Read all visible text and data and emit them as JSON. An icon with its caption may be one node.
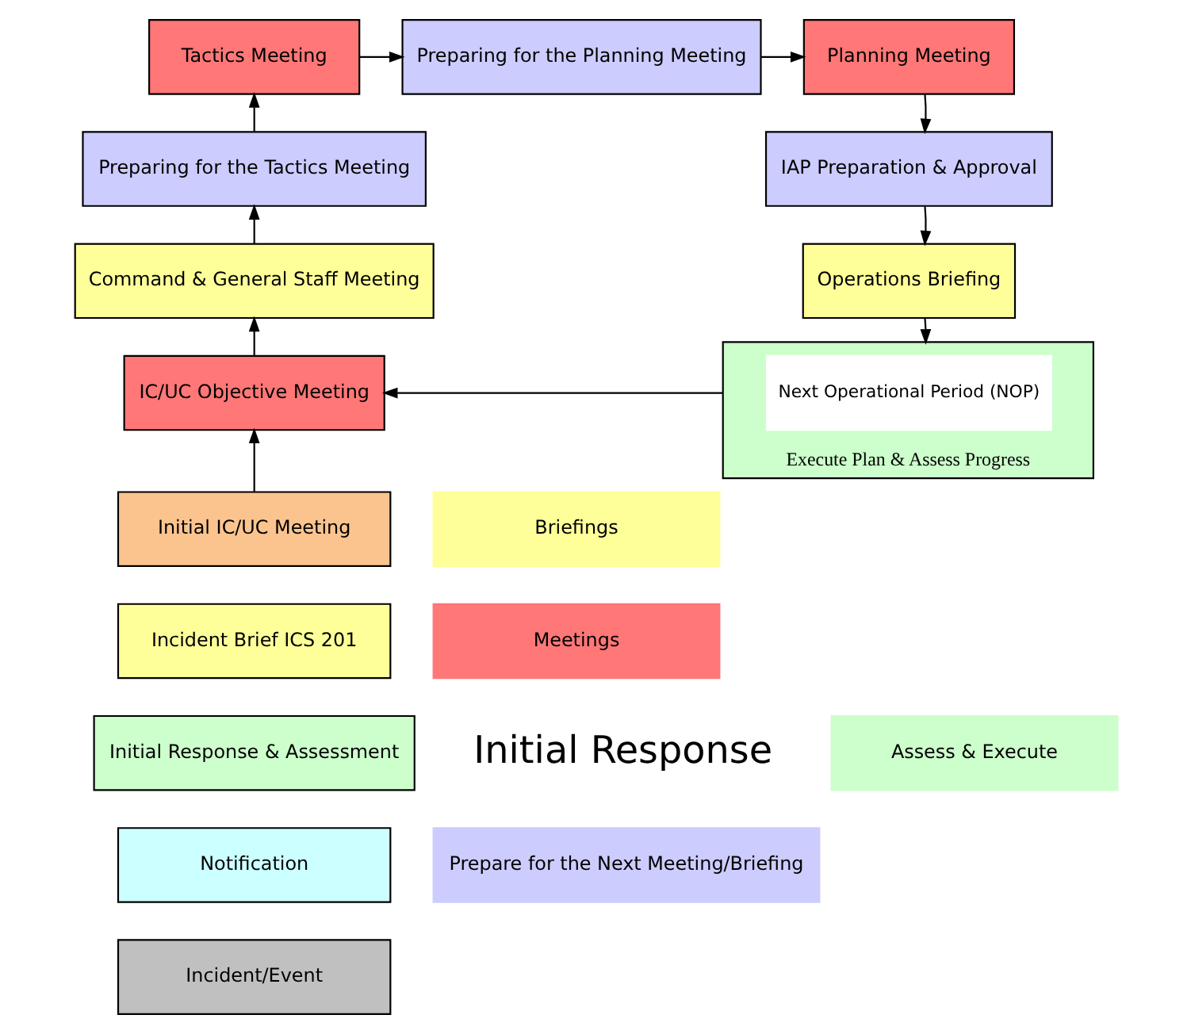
{
  "diagram": {
    "nodes": [
      {
        "text": [
          "Tactics Meeting"
        ]
      },
      {
        "text": [
          "Preparing for the Planning Meeting"
        ]
      },
      {
        "text": [
          "Planning Meeting"
        ]
      },
      {
        "text": [
          "Preparing for the Tactics Meeting"
        ]
      },
      {
        "text": [
          "IAP Preparation & Approval"
        ]
      },
      {
        "text": [
          "Command & General Staff Meeting"
        ]
      },
      {
        "text": [
          "Operations Briefing"
        ]
      },
      {
        "text": [
          "IC/UC Objective Meeting"
        ]
      },
      {
        "text": [
          "Execute Plan & Assess Progress"
        ]
      },
      {
        "text": [
          "Next Operational Period (NOP)"
        ],
        "in": 8
      },
      {
        "text": [
          "Initial IC/UC Meeting"
        ]
      },
      {
        "text": [
          "Incident Brief ICS 201"
        ]
      },
      {
        "text": [
          "Initial Response & Assessment"
        ]
      },
      {
        "text": [
          "Notification"
        ]
      },
      {
        "text": [
          "Incident/Event"
        ]
      }
    ],
    "edges": [
      {
        "from": 0,
        "to": 1,
        "arrow": "to"
      },
      {
        "from": 1,
        "to": 2,
        "arrow": "to"
      },
      {
        "from": 2,
        "to": 4,
        "arrow": "to"
      },
      {
        "from": 4,
        "to": 6,
        "arrow": "to"
      },
      {
        "from": 6,
        "to": 8,
        "arrow": "to"
      },
      {
        "from": 8,
        "to": 7,
        "arrow": "to"
      },
      {
        "from": 7,
        "to": 5,
        "arrow": "to"
      },
      {
        "from": 5,
        "to": 3,
        "arrow": "to"
      },
      {
        "from": 3,
        "to": 0,
        "arrow": "to"
      },
      {
        "from": 10,
        "to": 7,
        "arrow": "to"
      }
    ],
    "labels": [
      "Initial Response"
    ],
    "legend": [
      {
        "text": "Briefings",
        "color": "#ffff99"
      },
      {
        "text": "Meetings",
        "color": "#ff7777"
      },
      {
        "text": "Assess & Execute",
        "color": "#ccffcc"
      },
      {
        "text": "Prepare for the Next Meeting/Briefing",
        "color": "#ccccff"
      }
    ]
  }
}
